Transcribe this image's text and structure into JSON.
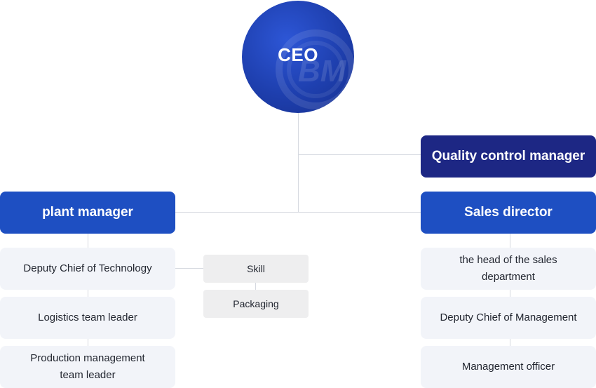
{
  "ceo": {
    "label": "CEO",
    "logo_letters": "BM"
  },
  "quality_control": {
    "label": "Quality control manager"
  },
  "plant_manager": {
    "label": "plant manager",
    "items": [
      "Deputy Chief of Technology",
      "Logistics team leader",
      "Production management team leader"
    ]
  },
  "skill_group": {
    "items": [
      "Skill",
      "Packaging"
    ]
  },
  "sales_director": {
    "label": "Sales director",
    "items": [
      "the head of the sales department",
      "Deputy Chief of Management",
      "Management officer"
    ]
  },
  "colors": {
    "primary": "#1e4fc2",
    "dark": "#1d2784",
    "sub_bg": "#f2f4f9",
    "connector": "#d6d9e0"
  }
}
